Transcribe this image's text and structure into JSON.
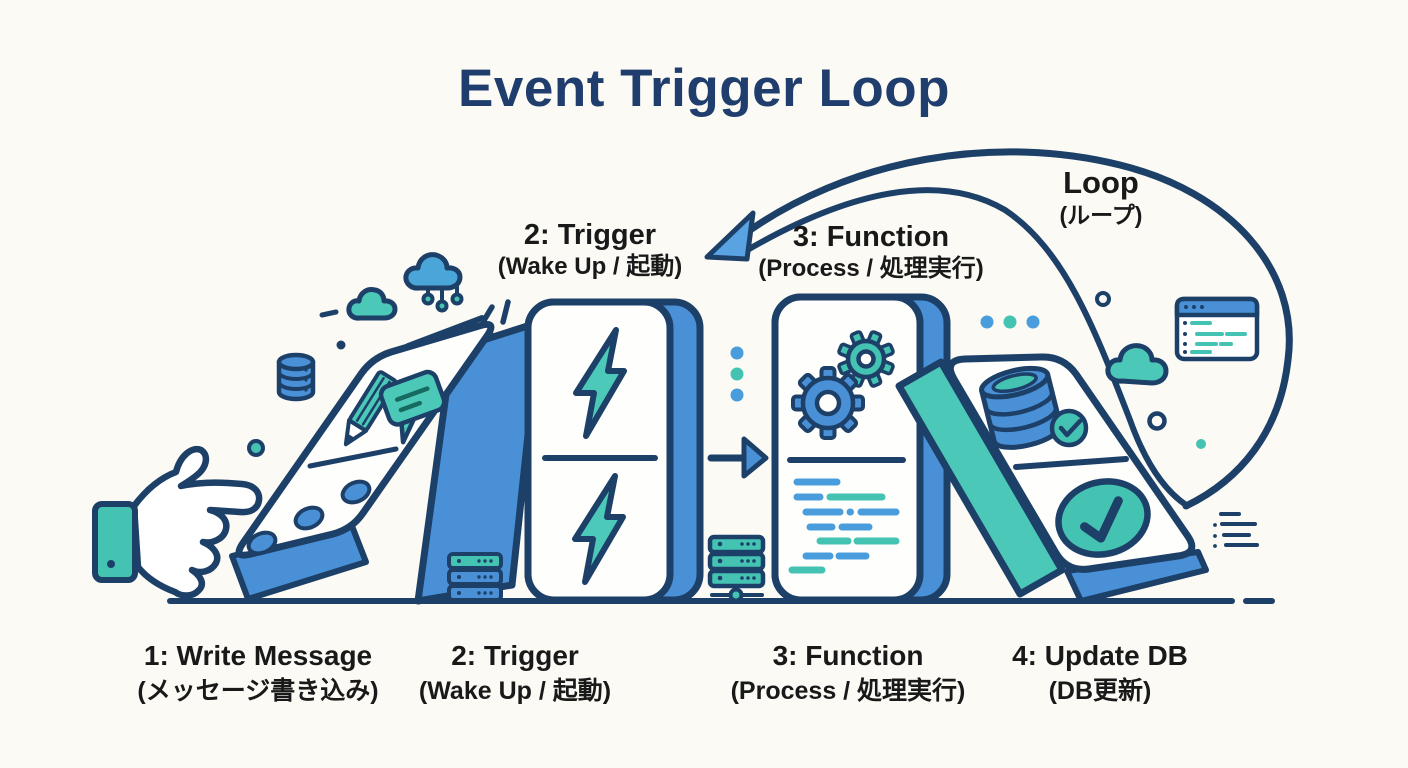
{
  "title": "Event Trigger Loop",
  "loop_label": {
    "en": "Loop",
    "jp": "(ループ)"
  },
  "callouts": [
    {
      "en": "2: Trigger",
      "jp": "(Wake Up / 起動)"
    },
    {
      "en": "3: Function",
      "jp": "(Process / 処理実行)"
    }
  ],
  "steps": [
    {
      "en": "1: Write Message",
      "jp": "(メッセージ書き込み)",
      "icon": "pencil-chat"
    },
    {
      "en": "2: Trigger",
      "jp": "(Wake Up / 起動)",
      "icon": "lightning-bolts"
    },
    {
      "en": "3: Function",
      "jp": "(Process / 処理実行)",
      "icon": "gears-code"
    },
    {
      "en": "4: Update DB",
      "jp": "(DB更新)",
      "icon": "database-checkmark"
    }
  ],
  "colors": {
    "navy": "#1d4069",
    "blue": "#4a90d6",
    "teal": "#45c3b2",
    "light_blue": "#5aa3e2",
    "background": "#fbfaf5",
    "text": "#191919",
    "title_text": "#1f3e6e"
  }
}
